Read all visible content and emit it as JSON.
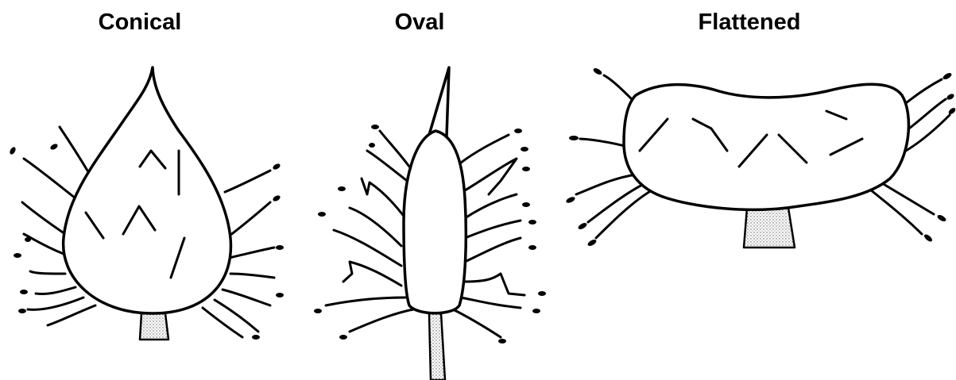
{
  "labels": {
    "conical": "Conical",
    "oval": "Oval",
    "flattened": "Flattened"
  },
  "colors": {
    "ink": "#000000",
    "background": "#ffffff"
  }
}
